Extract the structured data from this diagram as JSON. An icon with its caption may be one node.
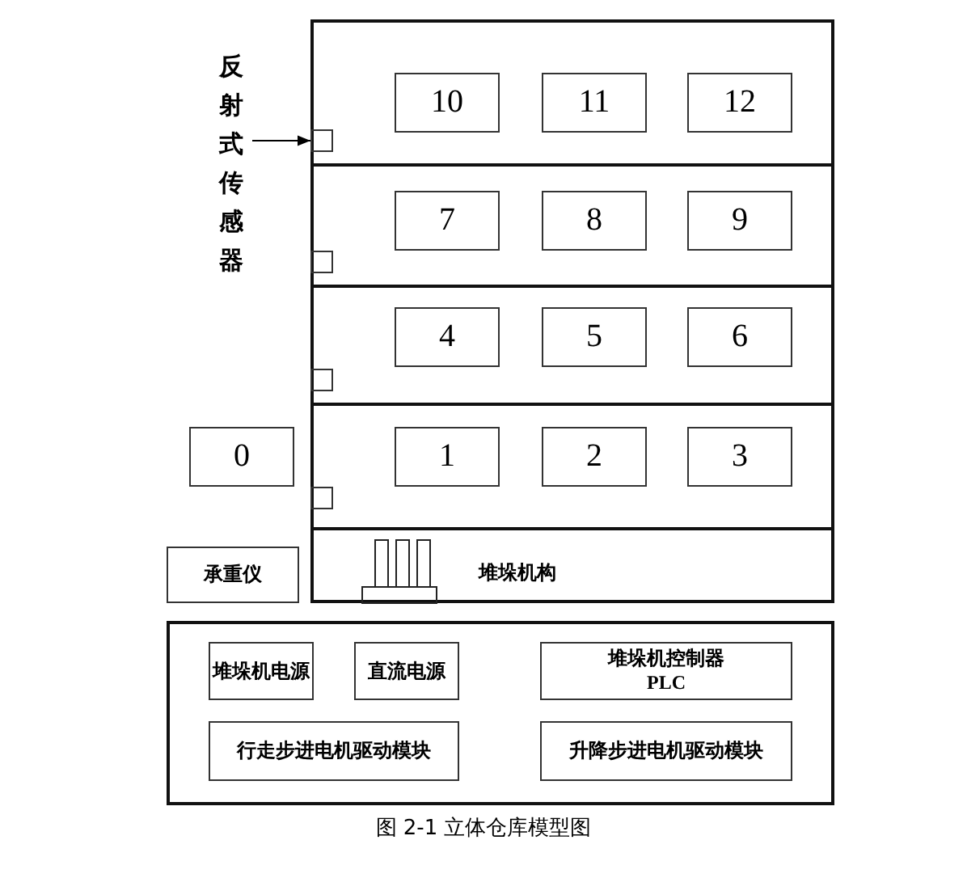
{
  "diagram": {
    "caption": "图 2-1 立体仓库模型图",
    "nodes": [
      {
        "text": [],
        "shape": "box"
      },
      {
        "text": [
          "10"
        ],
        "in": 0
      },
      {
        "text": [
          "11"
        ],
        "in": 0
      },
      {
        "text": [
          "12"
        ],
        "in": 0
      },
      {
        "text": [
          "7"
        ],
        "in": 0
      },
      {
        "text": [
          "8"
        ],
        "in": 0
      },
      {
        "text": [
          "9"
        ],
        "in": 0
      },
      {
        "text": [
          "4"
        ],
        "in": 0
      },
      {
        "text": [
          "5"
        ],
        "in": 0
      },
      {
        "text": [
          "6"
        ],
        "in": 0
      },
      {
        "text": [
          "1"
        ],
        "in": 0
      },
      {
        "text": [
          "2"
        ],
        "in": 0
      },
      {
        "text": [
          "3"
        ],
        "in": 0
      },
      {
        "text": [
          "0"
        ]
      },
      {
        "text": [
          "反射式传感器"
        ]
      },
      {
        "text": [],
        "shape": "box",
        "in": 0
      },
      {
        "text": [],
        "shape": "box",
        "in": 0
      },
      {
        "text": [],
        "shape": "box",
        "in": 0
      },
      {
        "text": [],
        "shape": "box",
        "in": 0
      },
      {
        "text": [
          "承重仪"
        ]
      },
      {
        "text": [
          "堆垛机构"
        ],
        "in": 0
      },
      {
        "text": [],
        "shape": "box"
      },
      {
        "text": [
          "堆垛机电源"
        ],
        "in": 21
      },
      {
        "text": [
          "直流电源"
        ],
        "in": 21
      },
      {
        "text": [
          "堆垛机控制器",
          "PLC"
        ],
        "in": 21
      },
      {
        "text": [
          "行走步进电机驱动模块"
        ],
        "in": 21
      },
      {
        "text": [
          "升降步进电机驱动模块"
        ],
        "in": 21
      }
    ],
    "edges": [
      {
        "from": 14,
        "to": 15,
        "arrow": "to"
      }
    ]
  }
}
